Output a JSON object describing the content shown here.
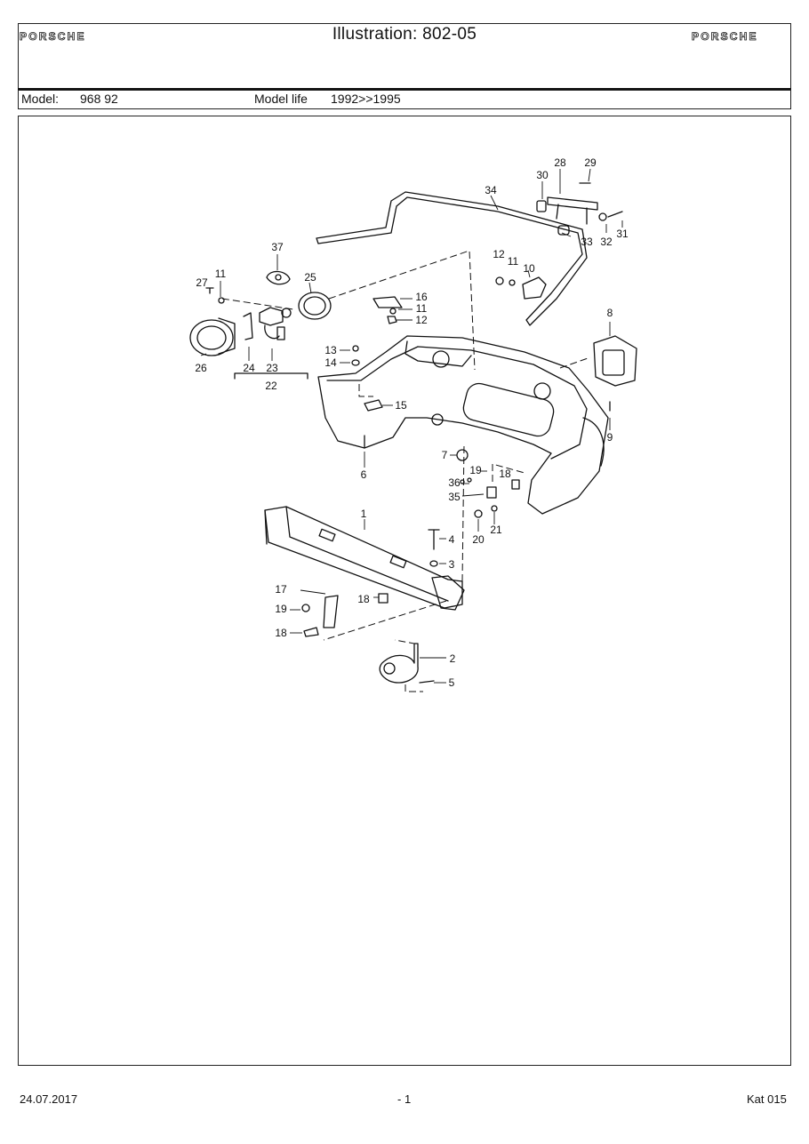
{
  "header": {
    "title": "Illustration: 802-05",
    "brand_left": "PORSCHE",
    "brand_right": "PORSCHE"
  },
  "model_bar": {
    "model_label": "Model:",
    "model_value": "968 92",
    "life_label": "Model life",
    "life_value": "1992>>1995"
  },
  "callouts": [
    "1",
    "2",
    "3",
    "4",
    "5",
    "6",
    "7",
    "8",
    "9",
    "10",
    "11",
    "11",
    "11",
    "12",
    "12",
    "13",
    "14",
    "15",
    "16",
    "17",
    "18",
    "18",
    "18",
    "19",
    "19",
    "20",
    "21",
    "22",
    "23",
    "24",
    "25",
    "26",
    "27",
    "28",
    "29",
    "30",
    "31",
    "32",
    "33",
    "34",
    "35",
    "36",
    "37"
  ],
  "footer": {
    "date": "24.07.2017",
    "page": "- 1",
    "catalog": "Kat 015"
  },
  "colors": {
    "ink": "#111111",
    "paper": "#ffffff",
    "frame": "#222222"
  }
}
